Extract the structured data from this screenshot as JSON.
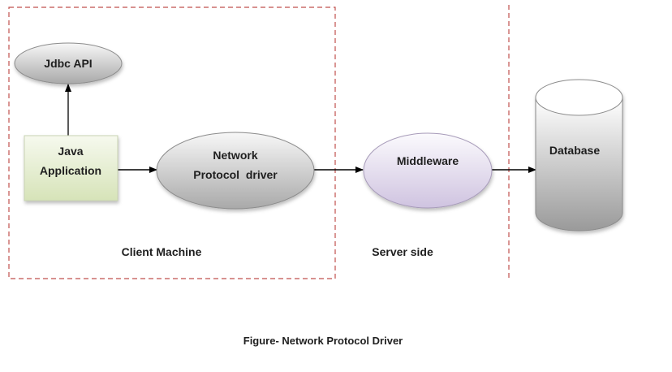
{
  "diagram": {
    "title": "Figure- Network Protocol Driver",
    "regions": {
      "client": "Client Machine",
      "server": "Server side"
    },
    "nodes": {
      "jdbc_api": "Jdbc API",
      "java_app": [
        "Java",
        "Application"
      ],
      "network_driver": [
        "Network",
        "Protocol  driver"
      ],
      "middleware": "Middleware",
      "database": "Database"
    },
    "edges": [
      {
        "from": "Java Application",
        "to": "Jdbc API"
      },
      {
        "from": "Java Application",
        "to": "Network Protocol driver"
      },
      {
        "from": "Network Protocol driver",
        "to": "Middleware"
      },
      {
        "from": "Middleware",
        "to": "Database"
      }
    ],
    "colors": {
      "boundary": "#c0504d",
      "java_app_fill": "#e6efd2",
      "ellipse_grey": "#b8b8b8",
      "middleware_fill": "#ddd3ea",
      "database_fill": "#b0b0b0"
    }
  }
}
